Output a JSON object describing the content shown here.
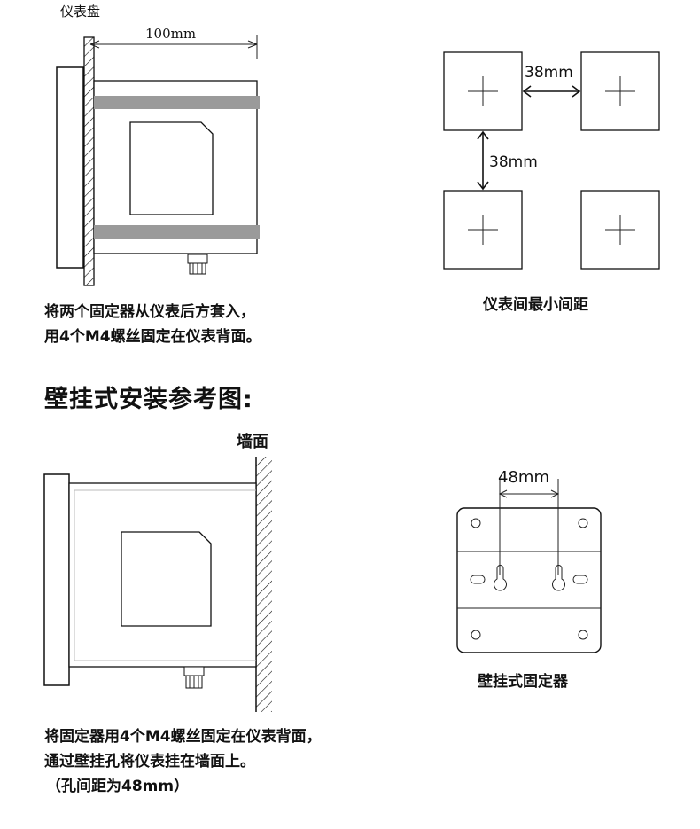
{
  "panel": {
    "label": "仪表盘",
    "dimension": "100mm"
  },
  "panel_caption": {
    "line1": "将两个固定器从仪表后方套入，",
    "line2": "用4个M4螺丝固定在仪表背面。"
  },
  "spacing": {
    "horizontal": "38mm",
    "vertical": "38mm",
    "caption": "仪表间最小间距"
  },
  "wall_section": {
    "heading": "壁挂式安装参考图:",
    "wall_label": "墙面"
  },
  "bracket": {
    "hole_distance": "48mm",
    "caption": "壁挂式固定器"
  },
  "wall_caption": {
    "line1": "将固定器用4个M4螺丝固定在仪表背面，",
    "line2": "通过壁挂孔将仪表挂在墙面上。",
    "line3": "（孔间距为48mm）"
  }
}
